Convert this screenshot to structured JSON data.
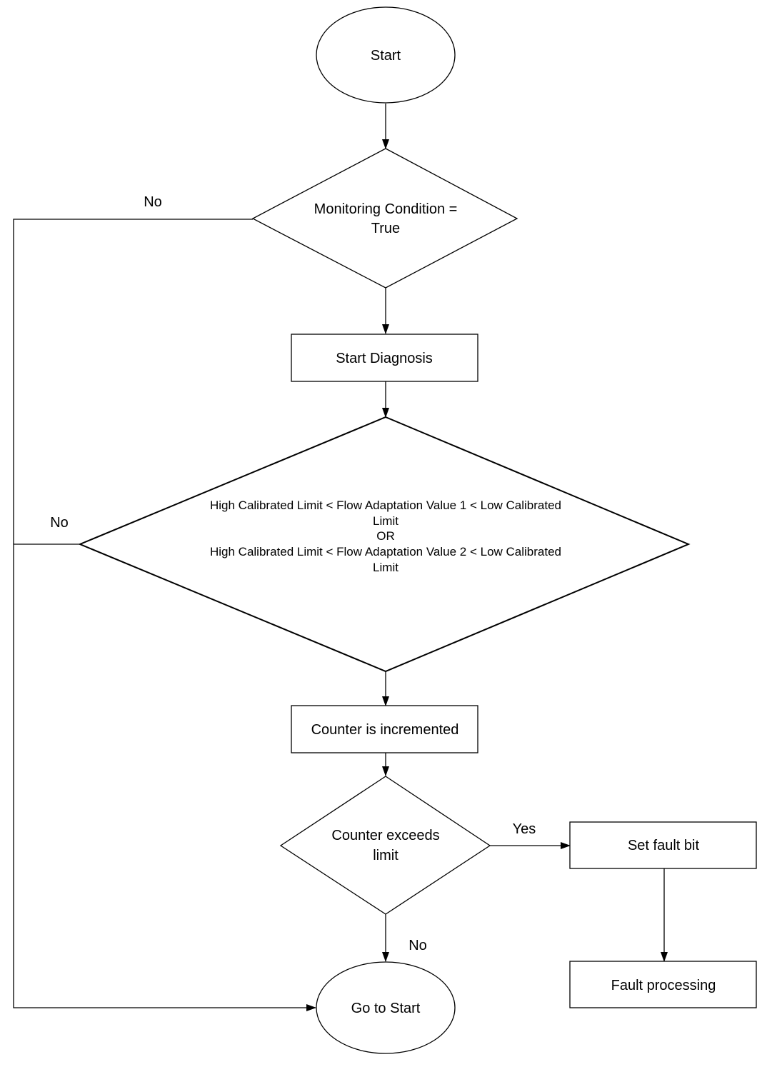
{
  "nodes": {
    "start": "Start",
    "monitoring": [
      "Monitoring Condition =",
      "True"
    ],
    "start_diagnosis": "Start Diagnosis",
    "flow_check": [
      "High Calibrated Limit < Flow Adaptation Value 1 < Low Calibrated",
      "Limit",
      "OR",
      "High Calibrated Limit < Flow Adaptation Value 2 < Low Calibrated",
      "Limit"
    ],
    "counter_increment": "Counter is incremented",
    "counter_exceeds": [
      "Counter exceeds",
      "limit"
    ],
    "set_fault": "Set fault bit",
    "fault_processing": "Fault processing",
    "go_to_start": "Go to Start"
  },
  "edge_labels": {
    "monitoring_no": "No",
    "flow_check_no": "No",
    "counter_yes": "Yes",
    "counter_no": "No"
  }
}
